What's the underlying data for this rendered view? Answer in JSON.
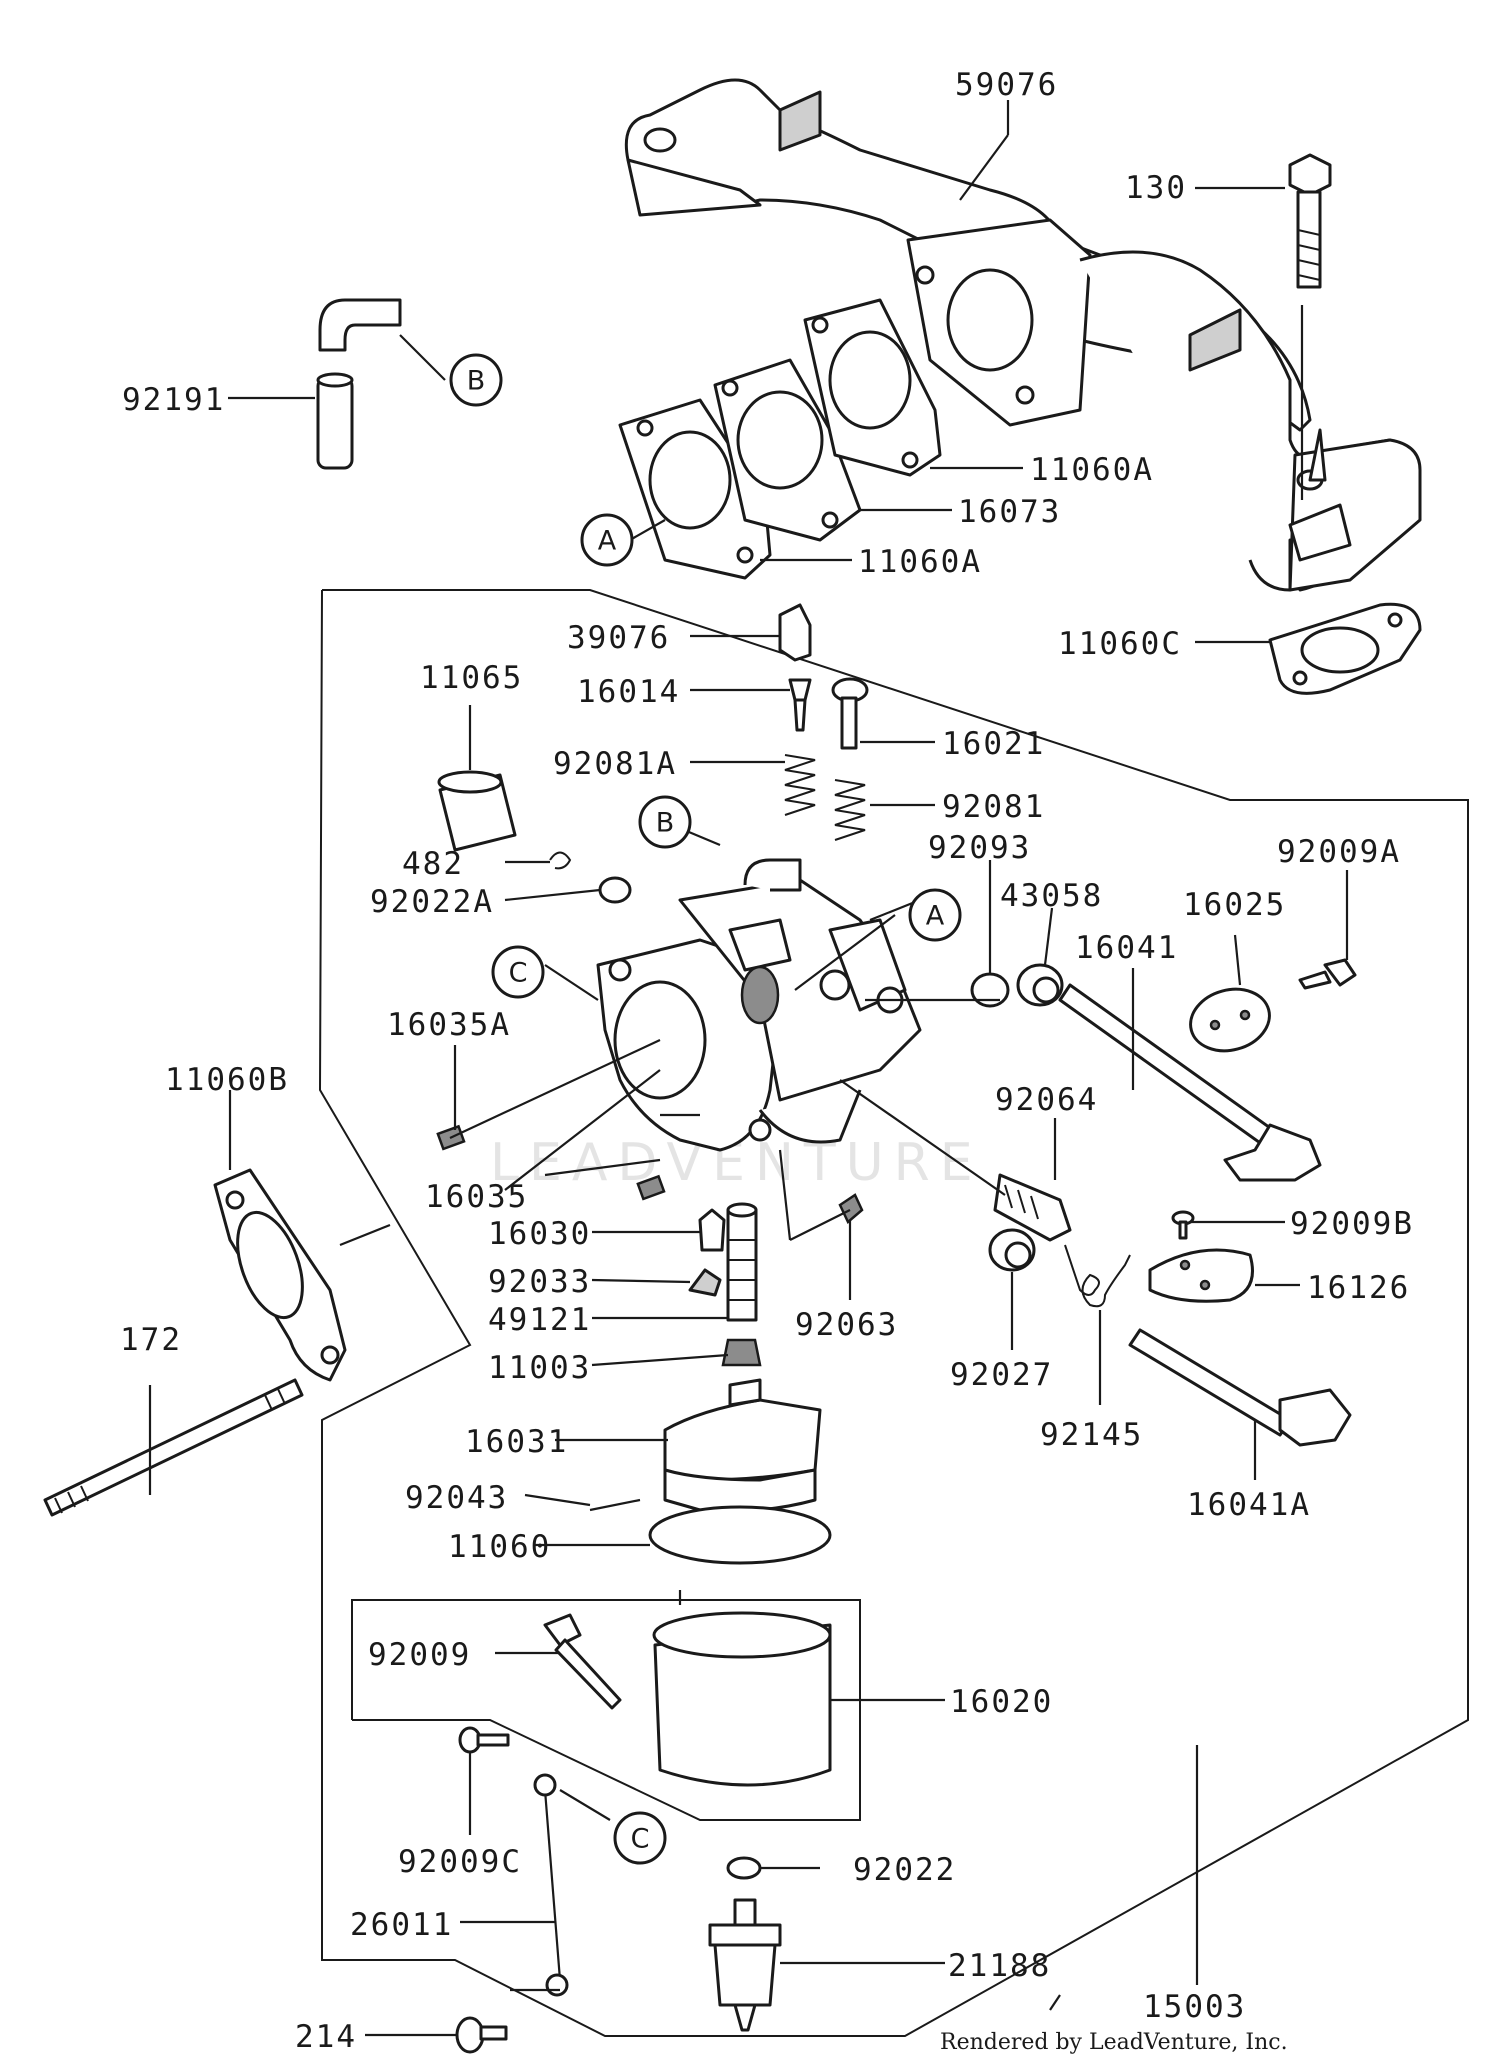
{
  "parts": {
    "p59076": "59076",
    "p130": "130",
    "p92191": "92191",
    "p11060A_1": "11060A",
    "p16073": "16073",
    "p11060A_2": "11060A",
    "p11060C": "11060C",
    "p39076": "39076",
    "p11065": "11065",
    "p16014": "16014",
    "p16021": "16021",
    "p92081A": "92081A",
    "p92081": "92081",
    "p92093": "92093",
    "p482": "482",
    "p92022A": "92022A",
    "p43058": "43058",
    "p16025": "16025",
    "p92009A": "92009A",
    "p16041": "16041",
    "p16035A": "16035A",
    "p11060B": "11060B",
    "p92064": "92064",
    "p16035": "16035",
    "p16030": "16030",
    "p92009B": "92009B",
    "p92033": "92033",
    "p16126": "16126",
    "p49121": "49121",
    "p92063": "92063",
    "p11003": "11003",
    "p92027": "92027",
    "p172": "172",
    "p92145": "92145",
    "p16031": "16031",
    "p16041A": "16041A",
    "p92043": "92043",
    "p11060": "11060",
    "p92009": "92009",
    "p16020": "16020",
    "p92009C": "92009C",
    "p92022": "92022",
    "p26011": "26011",
    "p21188": "21188",
    "p214": "214",
    "p15003": "15003"
  },
  "callouts": {
    "A": "A",
    "B": "B",
    "C": "C"
  },
  "watermark": "LEADVENTURE",
  "credit": "Rendered by LeadVenture, Inc."
}
